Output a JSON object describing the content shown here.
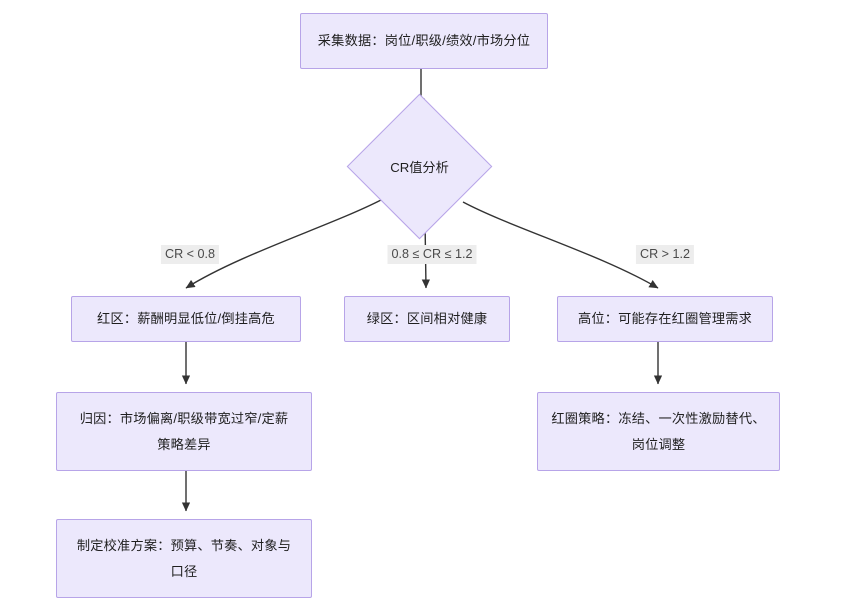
{
  "diagram": {
    "type": "flowchart",
    "direction": "top-down",
    "title_visible": false,
    "colors": {
      "node_fill": "#ECE8FC",
      "node_border": "#B7A4E8",
      "edge_stroke": "#333333",
      "edge_label_bg": "#EDEDED",
      "edge_label_text": "#4a4a4a",
      "node_text": "#1f1f1f",
      "background": "#FFFFFF"
    }
  },
  "nodes": {
    "collect": {
      "id": "collect",
      "shape": "rectangle",
      "lines": [
        "采集数据：岗位/职级/绩效/市场分位"
      ]
    },
    "decision": {
      "id": "decision",
      "shape": "diamond",
      "lines": [
        "CR值分析"
      ]
    },
    "red_zone": {
      "id": "red_zone",
      "shape": "rectangle",
      "lines": [
        "红区：薪酬明显低位/倒挂高危"
      ]
    },
    "green_zone": {
      "id": "green_zone",
      "shape": "rectangle",
      "lines": [
        "绿区：区间相对健康"
      ]
    },
    "high_zone": {
      "id": "high_zone",
      "shape": "rectangle",
      "lines": [
        "高位：可能存在红圈管理需求"
      ]
    },
    "cause": {
      "id": "cause",
      "shape": "rectangle",
      "lines": [
        "归因：市场偏离/职级带宽过窄/定薪",
        "策略差异"
      ]
    },
    "plan": {
      "id": "plan",
      "shape": "rectangle",
      "lines": [
        "制定校准方案：预算、节奏、对象与",
        "口径"
      ]
    },
    "redcircle_strategy": {
      "id": "redcircle_strategy",
      "shape": "rectangle",
      "lines": [
        "红圈策略：冻结、一次性激励替代、",
        "岗位调整"
      ]
    }
  },
  "edge_labels": {
    "low": "CR < 0.8",
    "mid": "0.8 ≤ CR ≤ 1.2",
    "high": "CR > 1.2"
  },
  "edges": [
    {
      "from": "collect",
      "to": "decision",
      "label": ""
    },
    {
      "from": "decision",
      "to": "red_zone",
      "label": "CR < 0.8"
    },
    {
      "from": "decision",
      "to": "green_zone",
      "label": "0.8 ≤ CR ≤ 1.2"
    },
    {
      "from": "decision",
      "to": "high_zone",
      "label": "CR > 1.2"
    },
    {
      "from": "red_zone",
      "to": "cause",
      "label": ""
    },
    {
      "from": "cause",
      "to": "plan",
      "label": ""
    },
    {
      "from": "high_zone",
      "to": "redcircle_strategy",
      "label": ""
    }
  ]
}
